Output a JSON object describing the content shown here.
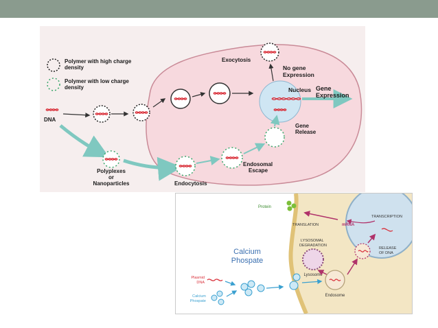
{
  "slide": {
    "colors": {
      "top_bar": "#8a9b8e",
      "cell": "#f7d9de",
      "cell_edge": "#c98a97",
      "nucleus": "#cfe6f3",
      "arrow": "#7fc8c0",
      "dna": "#d9303a"
    }
  },
  "diagram1": {
    "legend": {
      "high_line1": "Polymer with high charge",
      "high_line2": "density",
      "low_line1": "Polymer with low charge",
      "low_line2": "density",
      "dna": "DNA"
    },
    "labels": {
      "exocytosis": "Exocytosis",
      "no_gene_1": "No gene",
      "no_gene_2": "Expression",
      "nucleus": "Nucleus",
      "gene_expr_1": "Gene",
      "gene_expr_2": "Expression",
      "gene_release_1": "Gene",
      "gene_release_2": "Release",
      "endosomal_1": "Endosomal",
      "endosomal_2": "Escape",
      "polyplexes_1": "Polyplexes",
      "polyplexes_2": "or",
      "polyplexes_3": "Nanoparticles",
      "endocytosis": "Endocytosis"
    }
  },
  "diagram2": {
    "title_1": "Calcium",
    "title_2": "Phospate",
    "labels": {
      "protein": "Protein",
      "translation": "TRANSLATION",
      "mrna": "mRNA",
      "transcription": "TRANSCRIPTION",
      "lyso_deg_1": "LYSOSOMAL",
      "lyso_deg_2": "DEGRADATION",
      "lysosome": "Lysosome",
      "release_1": "RELEASE",
      "release_2": "OF DNA",
      "endosome": "Endosome",
      "plasmid_1": "Plasmid",
      "plasmid_2": "DNA",
      "calcium_1": "Calcium",
      "calcium_2": "Phospate"
    }
  }
}
